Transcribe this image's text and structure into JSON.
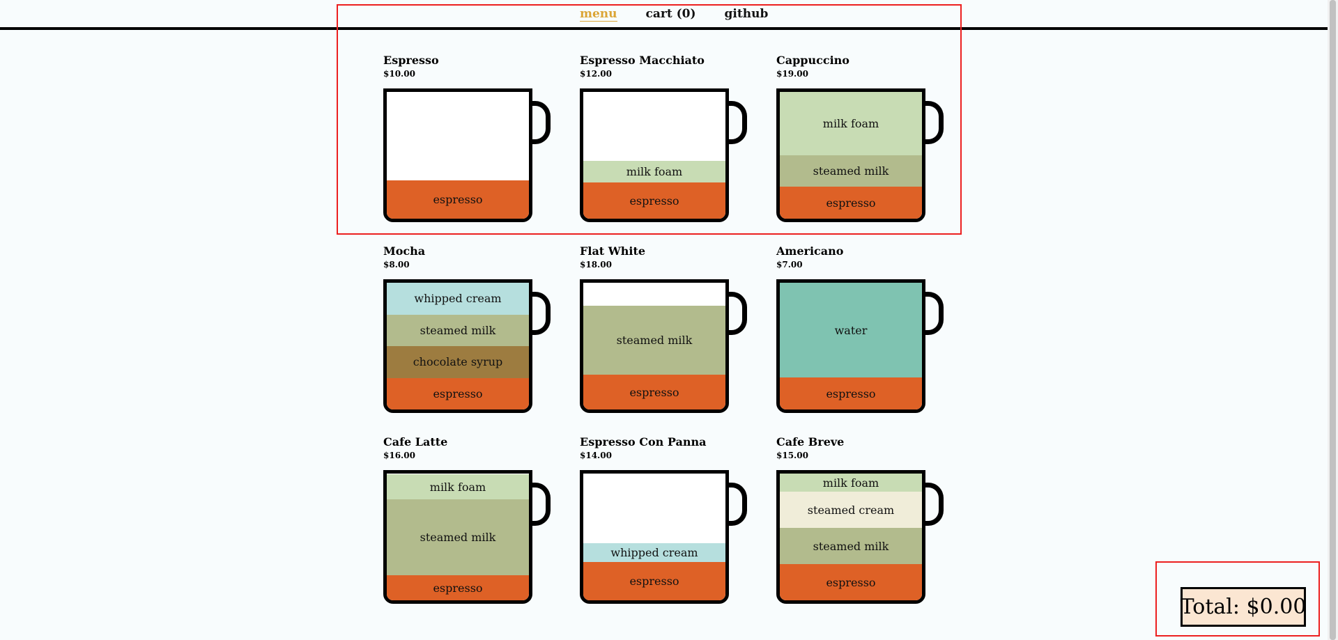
{
  "nav": {
    "links": [
      "menu",
      "cart (0)",
      "github"
    ]
  },
  "colors": {
    "espresso": "#de6126",
    "milk foam": "#c8dcb4",
    "steamed milk": "#b2bb8d",
    "whipped cream": "#b6dfde",
    "chocolate syrup": "#9d7c40",
    "water": "#7fc3b1",
    "steamed cream": "#f0edd9",
    "nav_active": "#dba536",
    "total_background": "#fbe6d2"
  },
  "menu": [
    {
      "name": "Espresso",
      "price": "$10.00",
      "layers": [
        {
          "label": "espresso",
          "ratio": 1
        }
      ],
      "fill": 0.3
    },
    {
      "name": "Espresso Macchiato",
      "price": "$12.00",
      "layers": [
        {
          "label": "espresso",
          "ratio": 1
        },
        {
          "label": "milk foam",
          "ratio": 0.6
        }
      ],
      "fill": 0.46
    },
    {
      "name": "Cappuccino",
      "price": "$19.00",
      "layers": [
        {
          "label": "espresso",
          "ratio": 1
        },
        {
          "label": "steamed milk",
          "ratio": 1
        },
        {
          "label": "milk foam",
          "ratio": 2
        }
      ],
      "fill": 1
    },
    {
      "name": "Mocha",
      "price": "$8.00",
      "layers": [
        {
          "label": "espresso",
          "ratio": 1
        },
        {
          "label": "chocolate syrup",
          "ratio": 1
        },
        {
          "label": "steamed milk",
          "ratio": 1
        },
        {
          "label": "whipped cream",
          "ratio": 1
        }
      ],
      "fill": 1
    },
    {
      "name": "Flat White",
      "price": "$18.00",
      "layers": [
        {
          "label": "espresso",
          "ratio": 2
        },
        {
          "label": "steamed milk",
          "ratio": 4
        }
      ],
      "fill": 0.82
    },
    {
      "name": "Americano",
      "price": "$7.00",
      "layers": [
        {
          "label": "espresso",
          "ratio": 1
        },
        {
          "label": "water",
          "ratio": 3
        }
      ],
      "fill": 1
    },
    {
      "name": "Cafe Latte",
      "price": "$16.00",
      "layers": [
        {
          "label": "espresso",
          "ratio": 1
        },
        {
          "label": "steamed milk",
          "ratio": 3
        },
        {
          "label": "milk foam",
          "ratio": 1
        }
      ],
      "fill": 1
    },
    {
      "name": "Espresso Con Panna",
      "price": "$14.00",
      "layers": [
        {
          "label": "espresso",
          "ratio": 1
        },
        {
          "label": "whipped cream",
          "ratio": 0.5
        }
      ],
      "fill": 0.45
    },
    {
      "name": "Cafe Breve",
      "price": "$15.00",
      "layers": [
        {
          "label": "espresso",
          "ratio": 1
        },
        {
          "label": "steamed milk",
          "ratio": 1
        },
        {
          "label": "steamed cream",
          "ratio": 1
        },
        {
          "label": "milk foam",
          "ratio": 0.5
        }
      ],
      "fill": 1
    }
  ],
  "total": {
    "label": "Total: $0.00"
  }
}
